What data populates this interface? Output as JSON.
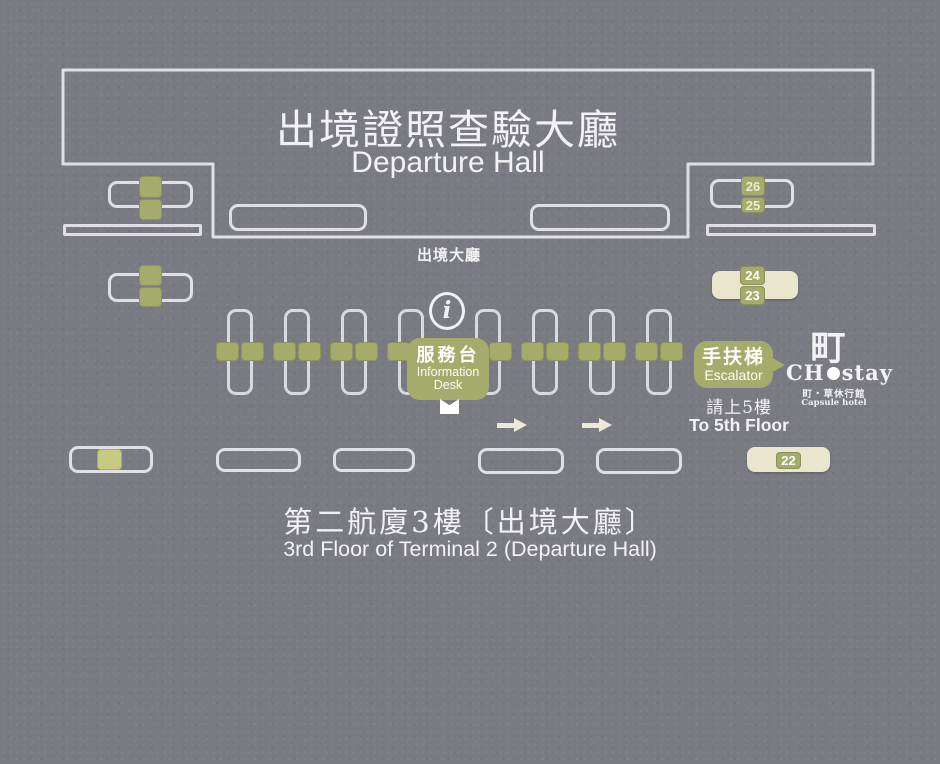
{
  "title": {
    "zh": "出境證照查驗大廳",
    "en": "Departure Hall"
  },
  "hall_label": "出境大廳",
  "info_desk": {
    "icon_letter": "i",
    "zh": "服務台",
    "en1": "Information",
    "en2": "Desk"
  },
  "escalator": {
    "zh": "手扶梯",
    "en": "Escalator"
  },
  "direction": {
    "zh": "請上5樓",
    "en": "To 5th Floor"
  },
  "counters": {
    "c26": "26",
    "c25": "25",
    "c24": "24",
    "c23": "23",
    "c22": "22"
  },
  "logo": {
    "glyph": "町",
    "brand_prefix": "CH",
    "brand_suffix": "stay",
    "zh": "町・草休行館",
    "caption": "Capsule hotel"
  },
  "caption": {
    "zh": "第二航廈3樓〔出境大廳〕",
    "en": "3rd Floor of Terminal 2 (Departure Hall)"
  },
  "colors": {
    "background": "#7a7a82",
    "outline": "#dfdfe5",
    "olive": "#a4ab6b",
    "olive_light": "#c6cb81",
    "cream": "#eae5cd",
    "text": "#f2f2f5"
  }
}
